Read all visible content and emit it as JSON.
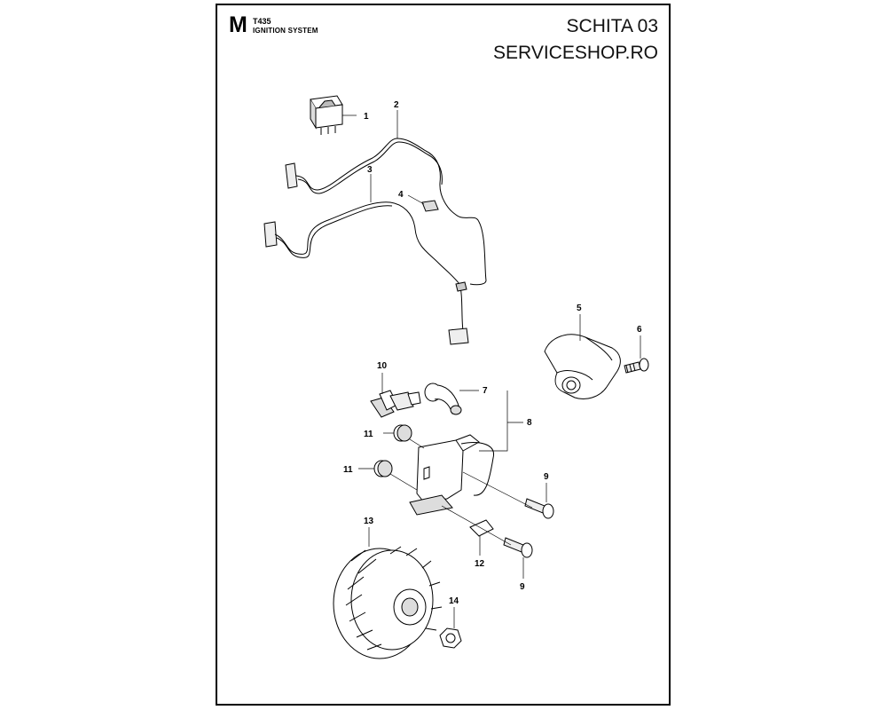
{
  "header": {
    "letter": "M",
    "model": "T435",
    "section": "IGNITION SYSTEM",
    "sheet": "SCHITA 03",
    "site": "SERVICESHOP.RO"
  },
  "callouts": [
    {
      "id": "c1",
      "label": "1"
    },
    {
      "id": "c2",
      "label": "2"
    },
    {
      "id": "c3",
      "label": "3"
    },
    {
      "id": "c4",
      "label": "4"
    },
    {
      "id": "c5",
      "label": "5"
    },
    {
      "id": "c6",
      "label": "6"
    },
    {
      "id": "c7",
      "label": "7"
    },
    {
      "id": "c8",
      "label": "8"
    },
    {
      "id": "c9a",
      "label": "9"
    },
    {
      "id": "c9b",
      "label": "9"
    },
    {
      "id": "c10",
      "label": "10"
    },
    {
      "id": "c11a",
      "label": "11"
    },
    {
      "id": "c11b",
      "label": "11"
    },
    {
      "id": "c12",
      "label": "12"
    },
    {
      "id": "c13",
      "label": "13"
    },
    {
      "id": "c14",
      "label": "14"
    }
  ]
}
